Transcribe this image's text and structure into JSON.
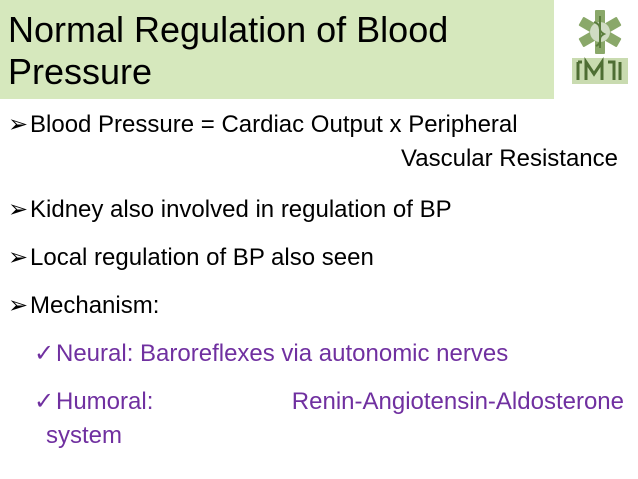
{
  "slide": {
    "title": "Normal Regulation of Blood Pressure",
    "title_bg": "#d6e8bd",
    "sub_color": "#7030a0",
    "logo_icon": "medical-emblem-logo"
  },
  "bullets": {
    "b1_line1": "Blood Pressure = Cardiac Output x Peripheral",
    "b1_line2": "Vascular Resistance",
    "b2": "Kidney also involved in regulation of BP",
    "b3": "Local regulation of BP also seen",
    "b4": "Mechanism:"
  },
  "sub_bullets": {
    "s1": "Neural: Baroreflexes via autonomic nerves",
    "s2_label": "Humoral:",
    "s2_value": "Renin-Angiotensin-Aldosterone",
    "s2_cont": "system"
  },
  "glyphs": {
    "arrow": "➢",
    "check": "✓"
  }
}
